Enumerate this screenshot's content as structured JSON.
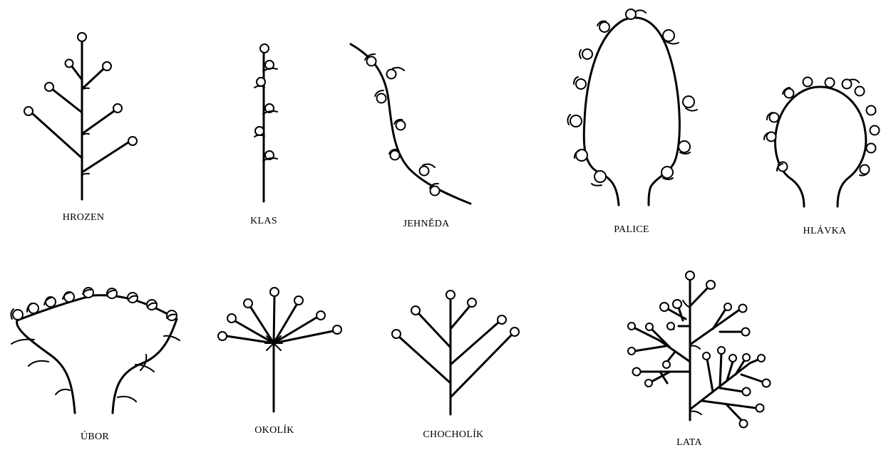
{
  "labels": {
    "hrozen": "HROZEN",
    "klas": "KLAS",
    "jehneda": "JEHNĚDA",
    "palice": "PALICE",
    "hlavka": "HLÁVKA",
    "ubor": "ÚBOR",
    "okolik": "OKOLÍK",
    "chocholik": "CHOCHOLÍK",
    "lata": "LATA"
  }
}
